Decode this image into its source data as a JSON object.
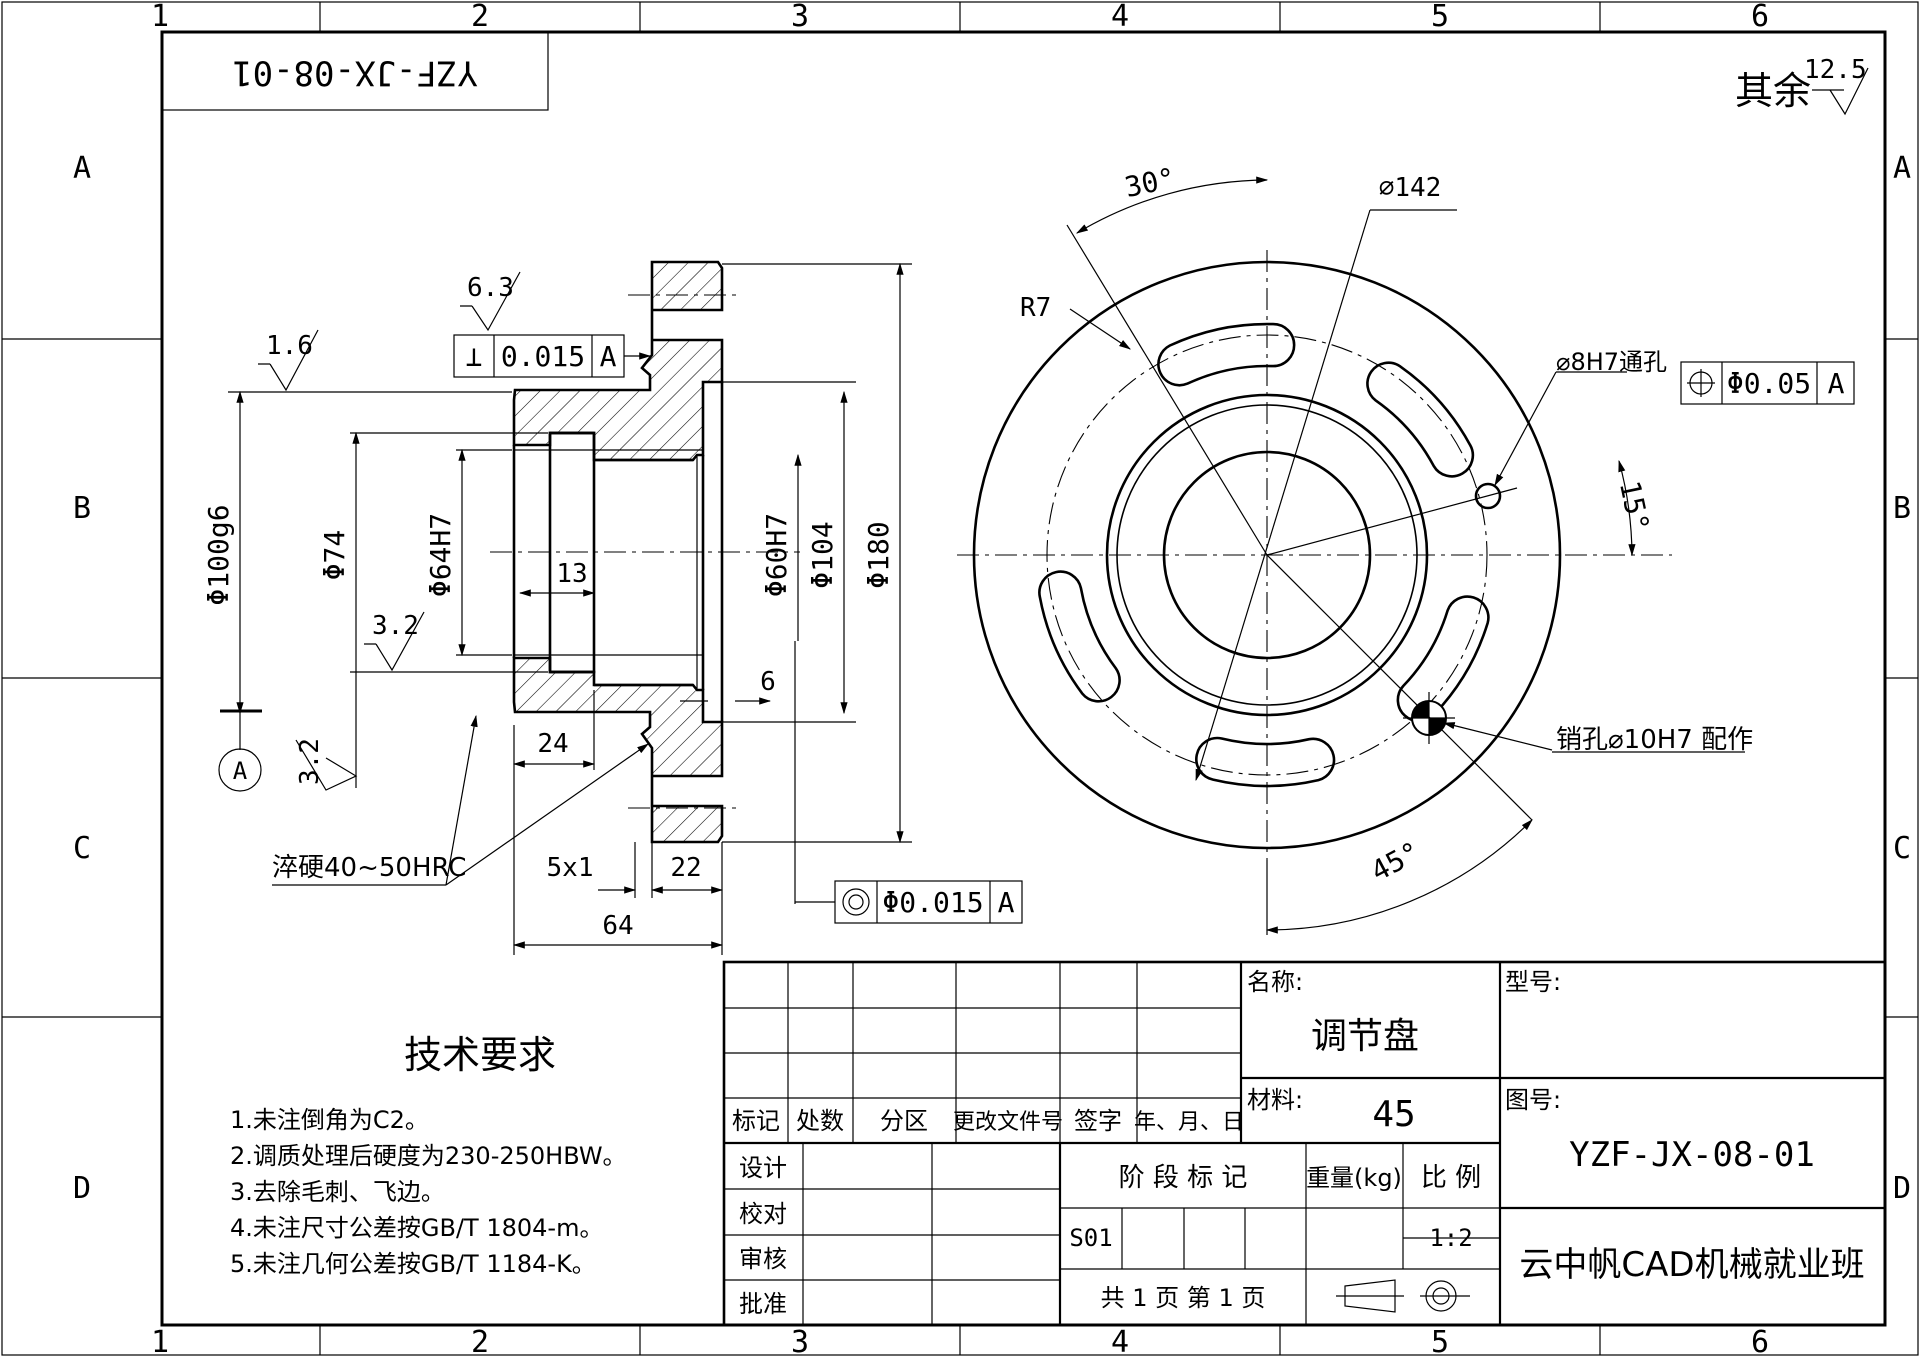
{
  "drawing": {
    "drawing_number_stamp": "YZF-JX-08-01",
    "other_roughness_label": "其余",
    "other_roughness_value": "12.5",
    "zone_columns": [
      "1",
      "2",
      "3",
      "4",
      "5",
      "6"
    ],
    "zone_rows": [
      "A",
      "B",
      "C",
      "D"
    ]
  },
  "section_view": {
    "roughness": [
      "6.3",
      "1.6",
      "3.2",
      "3.2"
    ],
    "perpendicularity_frame": {
      "symbol": "⊥",
      "tolerance": "0.015",
      "datum": "A"
    },
    "concentricity_frame": {
      "symbol": "◎",
      "tolerance": "Φ0.015",
      "datum": "A"
    },
    "datum_label": "A",
    "dims": {
      "d100": "Φ100g6",
      "d74": "Φ74",
      "d64": "Φ64H7",
      "d60": "Φ60H7",
      "d104": "Φ104",
      "d180": "Φ180",
      "l13": "13",
      "l6": "6",
      "l24": "24",
      "l5x1": "5x1",
      "l22": "22",
      "l64": "64"
    },
    "hardening_note": "淬硬40~50HRC"
  },
  "front_view": {
    "angle_30": "30°",
    "angle_15": "15°",
    "angle_45": "45°",
    "d142": "⌀142",
    "r7": "R7",
    "hole_note": "⌀8H7通孔",
    "position_frame": {
      "symbol": "⌖",
      "tolerance": "Φ0.05",
      "datum": "A"
    },
    "pin_note": "销孔⌀10H7 配作"
  },
  "tech_requirements": {
    "title": "技术要求",
    "items": [
      "1.未注倒角为C2。",
      "2.调质处理后硬度为230-250HBW。",
      "3.去除毛刺、飞边。",
      "4.未注尺寸公差按GB/T 1804-m。",
      "5.未注几何公差按GB/T 1184-K。"
    ]
  },
  "title_block": {
    "rev_headers": [
      "标记",
      "处数",
      "分区",
      "更改文件号",
      "签字",
      "年、月、日"
    ],
    "roles": [
      "设计",
      "校对",
      "审核",
      "批准"
    ],
    "name_label": "名称:",
    "name_value": "调节盘",
    "material_label": "材料:",
    "material_value": "45",
    "model_label": "型号:",
    "drawing_no_label": "图号:",
    "drawing_no_value": "YZF-JX-08-01",
    "stage_label": "阶 段 标 记",
    "weight_label": "重量(kg)",
    "scale_label": "比 例",
    "stage_code": "S01",
    "scale_value": "1:2",
    "sheets": "共 1 页    第 1 页",
    "company": "云中帆CAD机械就业班"
  }
}
